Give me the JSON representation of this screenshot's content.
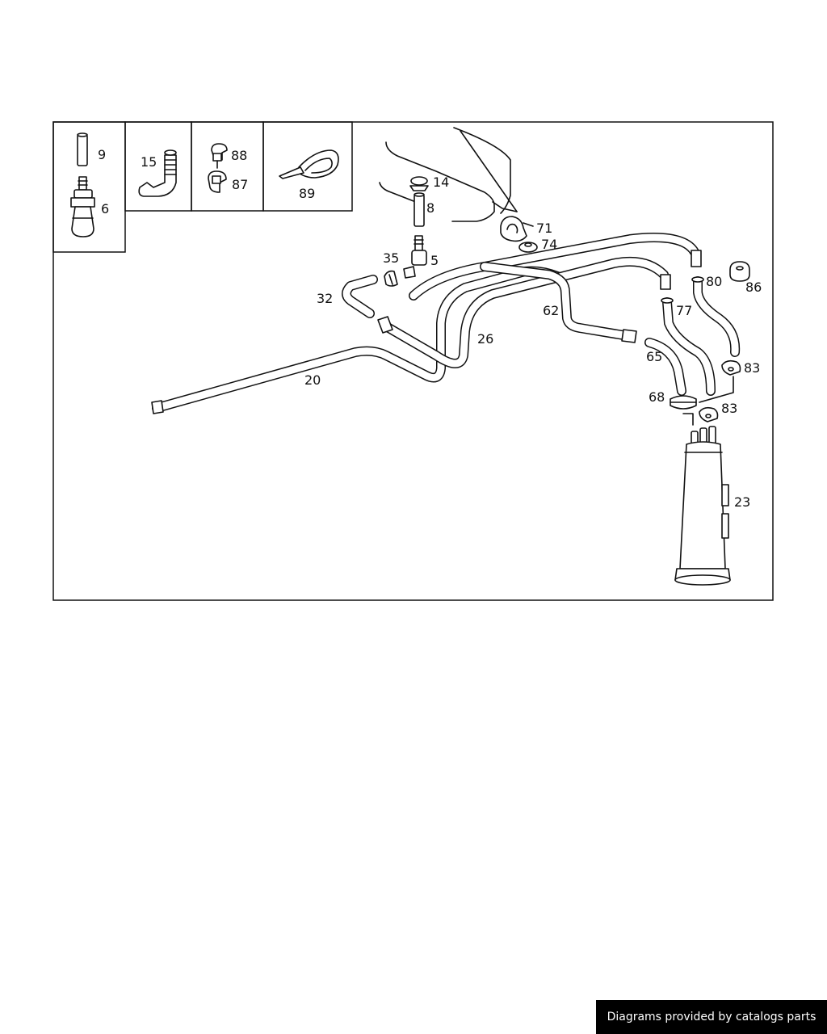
{
  "labels": {
    "p9": "9",
    "p6": "6",
    "p15": "15",
    "p88": "88",
    "p87": "87",
    "p89": "89",
    "p14": "14",
    "p8": "8",
    "p71": "71",
    "p74": "74",
    "p35": "35",
    "p5": "5",
    "p32": "32",
    "p80": "80",
    "p86": "86",
    "p77": "77",
    "p62": "62",
    "p26": "26",
    "p65": "65",
    "p83a": "83",
    "p20": "20",
    "p68": "68",
    "p83b": "83",
    "p23": "23"
  },
  "footer": {
    "credit": "Diagrams provided by catalogs parts"
  }
}
